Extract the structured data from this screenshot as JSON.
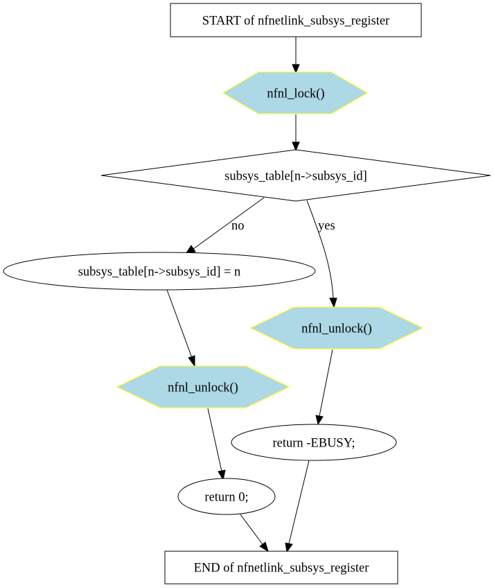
{
  "nodes": {
    "start": "START of nfnetlink_subsys_register",
    "lock": "nfnl_lock()",
    "check": "subsys_table[n->subsys_id]",
    "assign": "subsys_table[n->subsys_id] = n",
    "unlock_no": "nfnl_unlock()",
    "unlock_yes": "nfnl_unlock()",
    "ret_ebusy": "return -EBUSY;",
    "ret_zero": "return 0;",
    "end": "END of nfnetlink_subsys_register"
  },
  "edges": {
    "no": "no",
    "yes": "yes"
  },
  "colors": {
    "process_fill": "#add8e6",
    "process_border": "#ffff00",
    "line": "#000000"
  }
}
